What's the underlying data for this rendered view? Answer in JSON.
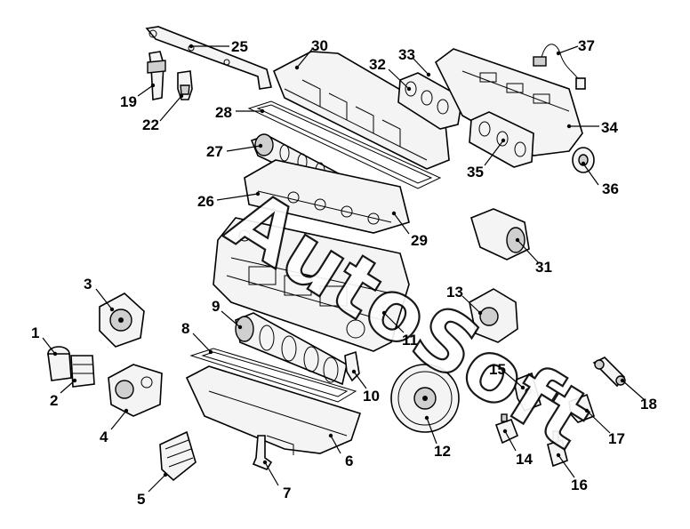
{
  "diagram": {
    "callouts": [
      "1",
      "2",
      "3",
      "4",
      "5",
      "6",
      "7",
      "8",
      "9",
      "10",
      "11",
      "12",
      "13",
      "14",
      "15",
      "16",
      "17",
      "18",
      "19",
      "22",
      "25",
      "26",
      "27",
      "28",
      "29",
      "30",
      "31",
      "32",
      "33",
      "34",
      "35",
      "36",
      "37"
    ],
    "watermark": "AutoSoft"
  }
}
